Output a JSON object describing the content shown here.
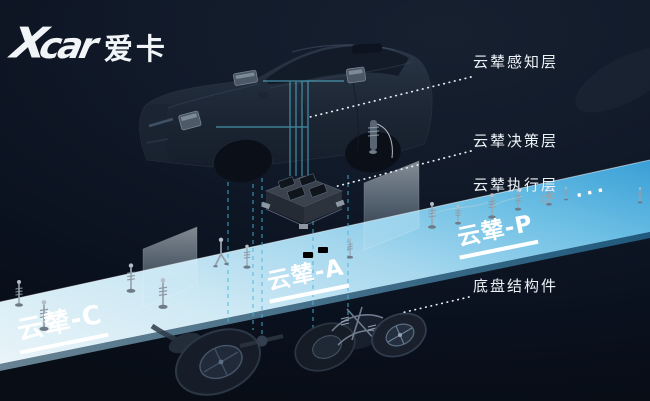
{
  "logo": {
    "x": "X",
    "latin": "car",
    "cn": "爱卡"
  },
  "callouts": {
    "perception": "云辇感知层",
    "decision": "云辇决策层",
    "execution": "云辇执行层",
    "chassis": "底盘结构件"
  },
  "ribbon": {
    "segment_c": "云辇-C",
    "segment_a": "云辇-A",
    "segment_p": "云辇-P",
    "ellipsis": "···"
  },
  "colors": {
    "background": "#0c1322",
    "ribbon_start": "#eaf4f9",
    "ribbon_end": "#399fd6",
    "accent_cyan": "#4fc3e8",
    "text": "#edf2f6",
    "underline": "#ffffff"
  }
}
